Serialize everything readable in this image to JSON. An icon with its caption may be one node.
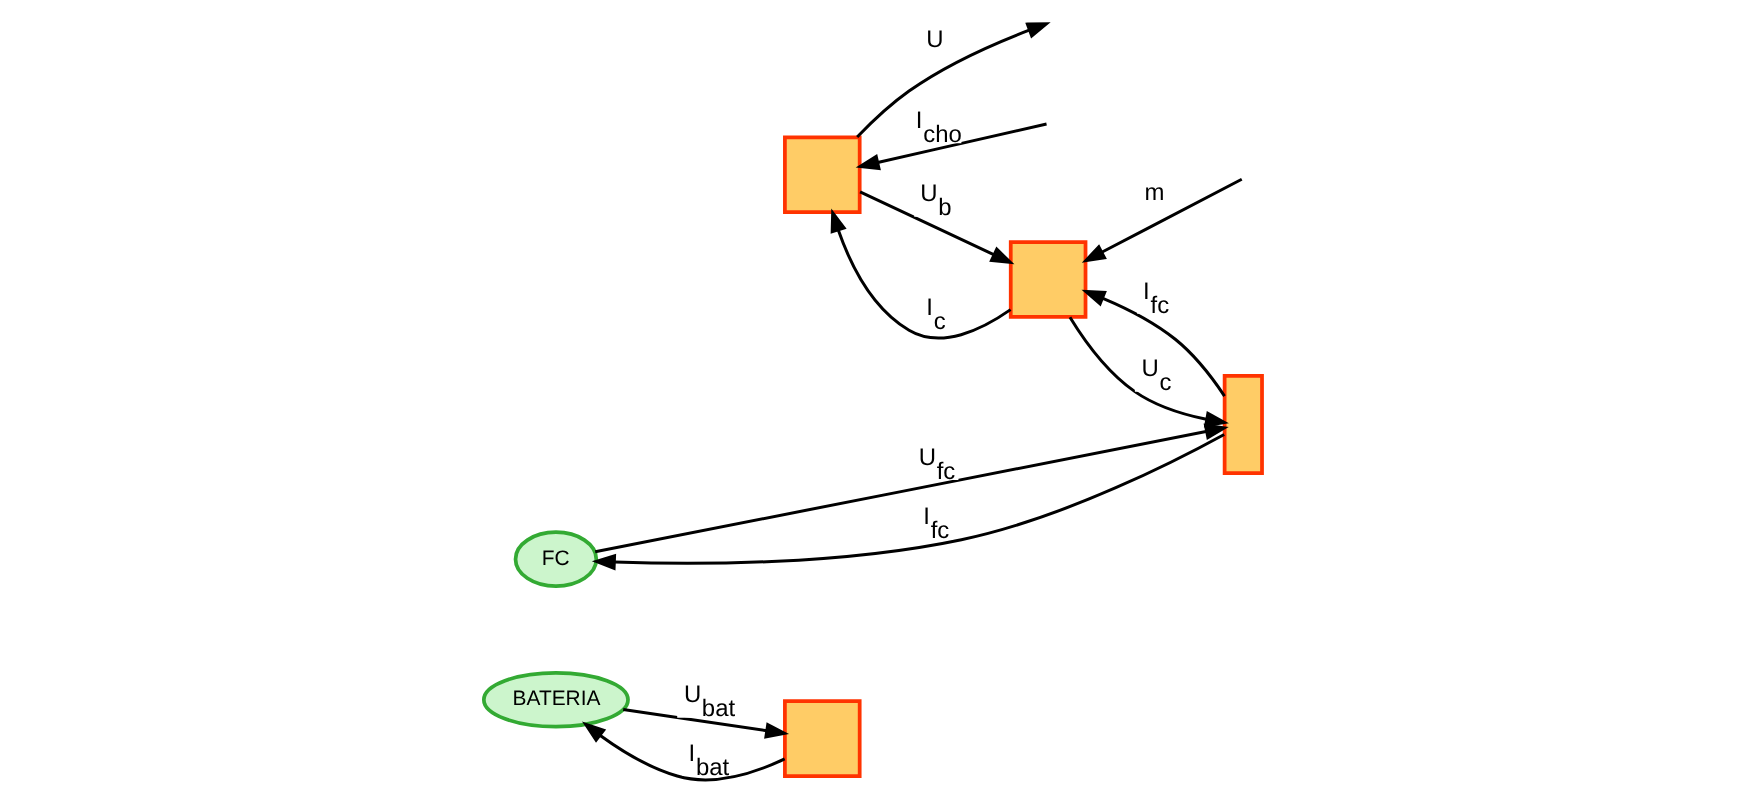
{
  "diagram": {
    "nodes": [
      {
        "text": [
          "BATERIA"
        ]
      },
      {
        "text": [],
        "shape": "box"
      },
      {
        "text": [],
        "shape": "box"
      },
      {
        "text": [
          "FC"
        ]
      },
      {
        "text": [],
        "shape": "box"
      },
      {
        "text": [],
        "shape": "box"
      }
    ],
    "edges": [
      {
        "from": 0,
        "to": 1,
        "arrow": "to",
        "label": "U$_{bat}$"
      },
      {
        "from": 1,
        "to": 0,
        "arrow": "to",
        "label": "I$_{bat}$"
      },
      {
        "from": 2,
        "to": null,
        "arrow": "to",
        "label": "U"
      },
      {
        "from": null,
        "to": 2,
        "arrow": "to",
        "label": "I$_{cho}$"
      },
      {
        "from": 3,
        "to": 4,
        "arrow": "to",
        "label": "U$_{fc}$"
      },
      {
        "from": 4,
        "to": 3,
        "arrow": "to",
        "label": "I$_{fc}$"
      },
      {
        "from": 4,
        "to": 5,
        "arrow": "to",
        "label": "I$_{fc}$"
      },
      {
        "from": 5,
        "to": 4,
        "arrow": "to",
        "label": "U$_{c}$"
      },
      {
        "from": 5,
        "to": 2,
        "arrow": "to",
        "label": "I$_{c}$"
      },
      {
        "from": 2,
        "to": 5,
        "arrow": "to",
        "label": "U$_{b}$"
      },
      {
        "from": null,
        "to": 5,
        "arrow": "to",
        "label": "m"
      }
    ]
  }
}
